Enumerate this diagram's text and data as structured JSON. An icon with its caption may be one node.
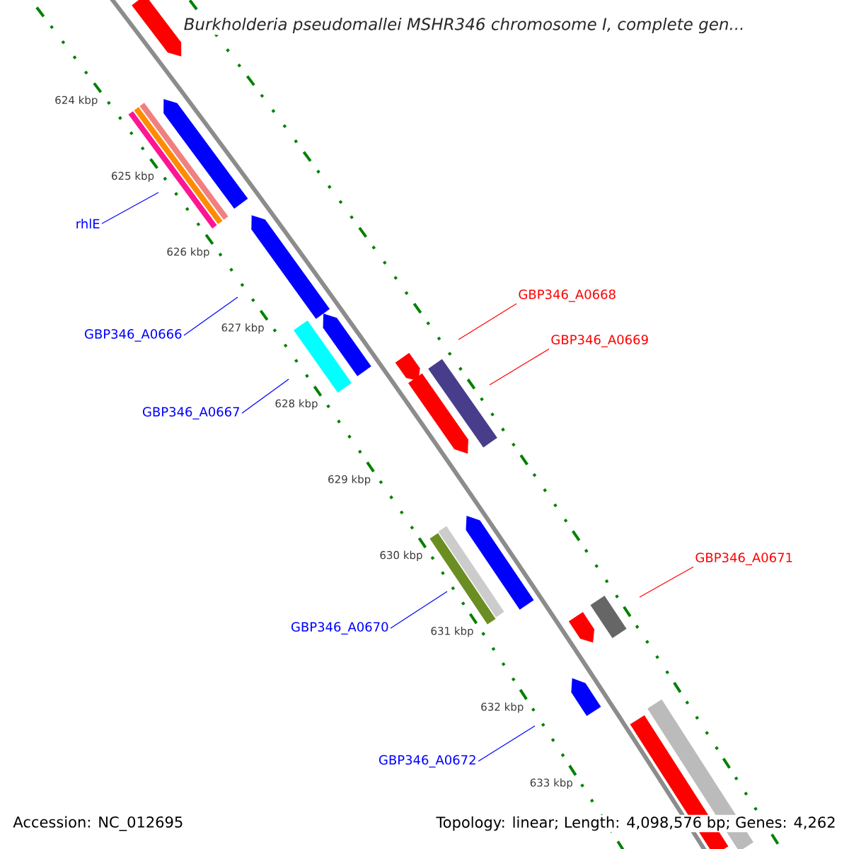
{
  "diagram": {
    "title": "Burkholderia pseudomallei MSHR346 chromosome I, complete gen...",
    "nodes": [
      {
        "text": [
          "rhlE"
        ]
      },
      {
        "text": [
          "GBP346_A0668"
        ]
      },
      {
        "text": [
          "GBP346_A0666"
        ]
      },
      {
        "text": [
          "GBP346_A0669"
        ]
      },
      {
        "text": [
          "GBP346_A0667"
        ]
      },
      {
        "text": [
          "GBP346_A0671"
        ]
      },
      {
        "text": [
          "GBP346_A0670"
        ]
      },
      {
        "text": [
          "GBP346_A0672"
        ]
      }
    ],
    "edges": [
      {
        "from": 0,
        "to": null,
        "arrow": "none"
      },
      {
        "from": 1,
        "to": null,
        "arrow": "none",
        "color": "#ff0000"
      },
      {
        "from": 2,
        "to": null,
        "arrow": "none"
      },
      {
        "from": 3,
        "to": null,
        "arrow": "none",
        "color": "#ff0000"
      },
      {
        "from": 4,
        "to": null,
        "arrow": "none"
      },
      {
        "from": 5,
        "to": null,
        "arrow": "none",
        "color": "#ff0000"
      },
      {
        "from": 6,
        "to": null,
        "arrow": "none"
      },
      {
        "from": 7,
        "to": null,
        "arrow": "none"
      }
    ],
    "labels": [
      "624 kbp",
      "625 kbp",
      "626 kbp",
      "627 kbp",
      "628 kbp",
      "629 kbp",
      "630 kbp",
      "631 kbp",
      "632 kbp",
      "633 kbp",
      "Accession: NC_012695",
      "Topology: linear; Length: 4,098,576 bp; Genes: 4,262"
    ]
  }
}
